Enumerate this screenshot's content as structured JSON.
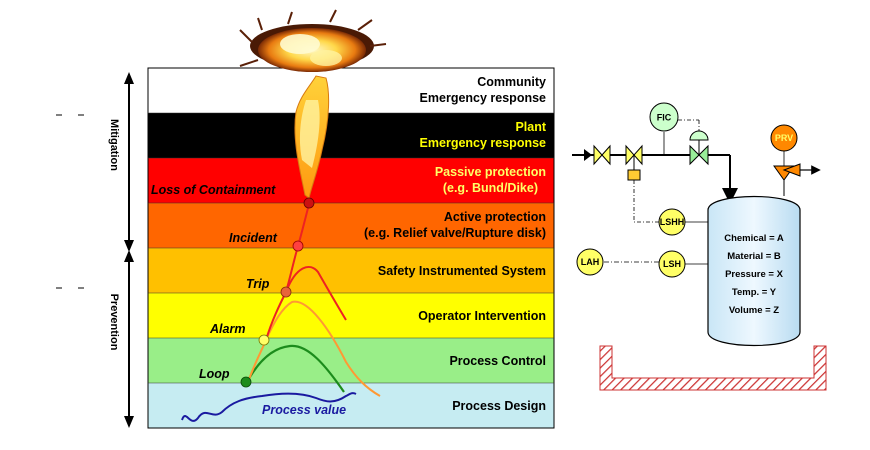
{
  "side_labels": {
    "mitigation": "Mitigation",
    "prevention": "Prevention"
  },
  "layers": [
    {
      "line1": "Community",
      "line2": "Emergency response",
      "bg": "#ffffff",
      "fg": "#000000"
    },
    {
      "line1": "Plant",
      "line2": "Emergency response",
      "bg": "#000000",
      "fg": "#ffff00"
    },
    {
      "line1": "Passive protection",
      "line2": "(e.g. Bund/Dike)",
      "bg": "#ff0000",
      "fg": "#ffff66"
    },
    {
      "line1": "Active protection",
      "line2": "(e.g. Relief valve/Rupture disk)",
      "bg": "#ff6600",
      "fg": "#000000"
    },
    {
      "line1": "Safety Instrumented System",
      "line2": "",
      "bg": "#ffc000",
      "fg": "#000000"
    },
    {
      "line1": "Operator Intervention",
      "line2": "",
      "bg": "#ffff00",
      "fg": "#000000"
    },
    {
      "line1": "Process Control",
      "line2": "",
      "bg": "#99ee88",
      "fg": "#000000"
    },
    {
      "line1": "Process Design",
      "line2": "",
      "bg": "#c6ecf2",
      "fg": "#000000"
    }
  ],
  "events": {
    "loss_of_containment": "Loss of Containment",
    "incident": "Incident",
    "trip": "Trip",
    "alarm": "Alarm",
    "loop": "Loop",
    "process_value": "Process value"
  },
  "instruments": {
    "fic": "FIC",
    "prv": "PRV",
    "lshh": "LSHH",
    "lsh": "LSH",
    "lah": "LAH"
  },
  "vessel": {
    "chemical": "Chemical = A",
    "material": "Material = B",
    "pressure": "Pressure = X",
    "temp": "Temp. = Y",
    "volume": "Volume = Z"
  },
  "colors": {
    "process_value_line": "#1a1aa0",
    "loop_line": "#1c8c1c",
    "alarm_line": "#ff9933",
    "trip_line": "#ee2222",
    "instrument_fill": "#ffff66",
    "fic_fill": "#ccffcc",
    "prv_fill": "#ff8800",
    "hatch": "#cc3333"
  }
}
